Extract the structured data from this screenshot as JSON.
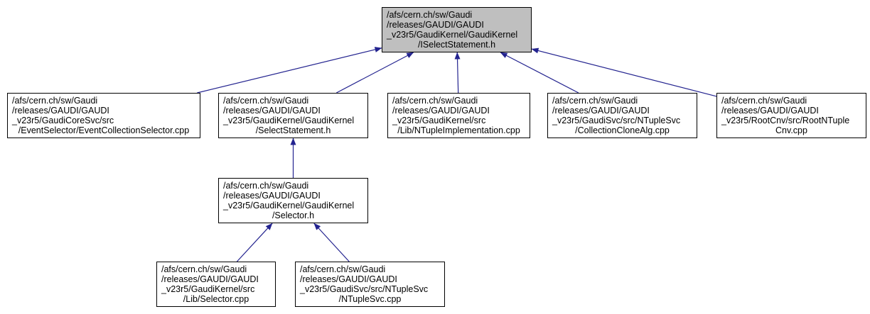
{
  "diagram": {
    "kind": "include-dependency-graph",
    "colors": {
      "edge": "#23238f",
      "node_fill": "#ffffff",
      "node_border": "#000000",
      "root_fill": "#bfbfbf",
      "background": "#ffffff",
      "text": "#000000"
    },
    "nodes": [
      {
        "id": "iselectstatement-h",
        "role": "root",
        "lines": [
          "/afs/cern.ch/sw/Gaudi",
          "/releases/GAUDI/GAUDI",
          "_v23r5/GaudiKernel/GaudiKernel",
          "/ISelectStatement.h"
        ]
      },
      {
        "id": "eventcollectionselector-cpp",
        "role": "file",
        "lines": [
          "/afs/cern.ch/sw/Gaudi",
          "/releases/GAUDI/GAUDI",
          "_v23r5/GaudiCoreSvc/src",
          "/EventSelector/EventCollectionSelector.cpp"
        ]
      },
      {
        "id": "selectstatement-h",
        "role": "file",
        "lines": [
          "/afs/cern.ch/sw/Gaudi",
          "/releases/GAUDI/GAUDI",
          "_v23r5/GaudiKernel/GaudiKernel",
          "/SelectStatement.h"
        ]
      },
      {
        "id": "ntupleimplementation-cpp",
        "role": "file",
        "lines": [
          "/afs/cern.ch/sw/Gaudi",
          "/releases/GAUDI/GAUDI",
          "_v23r5/GaudiKernel/src",
          "/Lib/NTupleImplementation.cpp"
        ]
      },
      {
        "id": "collectionclonealg-cpp",
        "role": "file",
        "lines": [
          "/afs/cern.ch/sw/Gaudi",
          "/releases/GAUDI/GAUDI",
          "_v23r5/GaudiSvc/src/NTupleSvc",
          "/CollectionCloneAlg.cpp"
        ]
      },
      {
        "id": "rootntuplecnv-cpp",
        "role": "file",
        "lines": [
          "/afs/cern.ch/sw/Gaudi",
          "/releases/GAUDI/GAUDI",
          "_v23r5/RootCnv/src/RootNTuple",
          "Cnv.cpp"
        ]
      },
      {
        "id": "selector-h",
        "role": "file",
        "lines": [
          "/afs/cern.ch/sw/Gaudi",
          "/releases/GAUDI/GAUDI",
          "_v23r5/GaudiKernel/GaudiKernel",
          "/Selector.h"
        ]
      },
      {
        "id": "selector-cpp",
        "role": "file",
        "lines": [
          "/afs/cern.ch/sw/Gaudi",
          "/releases/GAUDI/GAUDI",
          "_v23r5/GaudiKernel/src",
          "/Lib/Selector.cpp"
        ]
      },
      {
        "id": "ntuplesvc-cpp",
        "role": "file",
        "lines": [
          "/afs/cern.ch/sw/Gaudi",
          "/releases/GAUDI/GAUDI",
          "_v23r5/GaudiSvc/src/NTupleSvc",
          "/NTupleSvc.cpp"
        ]
      }
    ],
    "edges": [
      {
        "from": "eventcollectionselector-cpp",
        "to": "iselectstatement-h"
      },
      {
        "from": "selectstatement-h",
        "to": "iselectstatement-h"
      },
      {
        "from": "ntupleimplementation-cpp",
        "to": "iselectstatement-h"
      },
      {
        "from": "collectionclonealg-cpp",
        "to": "iselectstatement-h"
      },
      {
        "from": "rootntuplecnv-cpp",
        "to": "iselectstatement-h"
      },
      {
        "from": "selector-h",
        "to": "selectstatement-h"
      },
      {
        "from": "selector-cpp",
        "to": "selector-h"
      },
      {
        "from": "ntuplesvc-cpp",
        "to": "selector-h"
      }
    ]
  }
}
